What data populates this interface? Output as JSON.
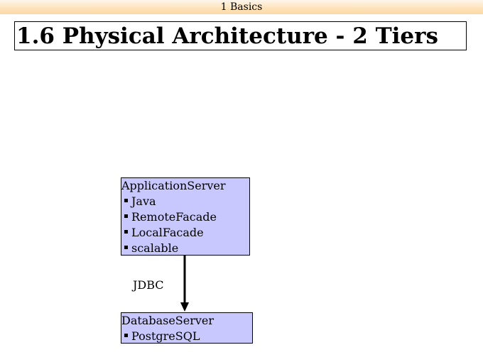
{
  "header": {
    "section": "1 Basics"
  },
  "slide": {
    "title": "1.6 Physical Architecture - 2 Tiers"
  },
  "diagram": {
    "nodes": {
      "app_server": {
        "title": "ApplicationServer",
        "items": [
          "Java",
          "RemoteFacade",
          "LocalFacade",
          "scalable"
        ]
      },
      "db_server": {
        "title": "DatabaseServer",
        "items": [
          "PostgreSQL"
        ]
      }
    },
    "edge": {
      "label": "JDBC",
      "from": "ApplicationServer",
      "to": "DatabaseServer"
    },
    "colors": {
      "node_fill": "#c8c8ff",
      "header_band": "#fcd9a4"
    }
  }
}
